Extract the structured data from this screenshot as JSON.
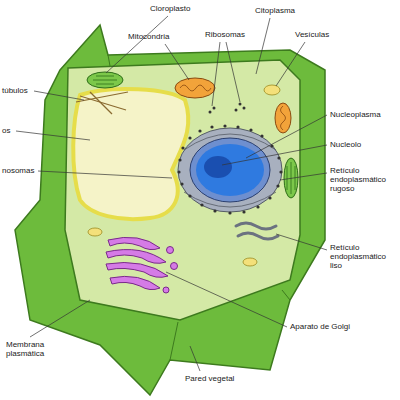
{
  "diagram": {
    "labels": [
      "Cloroplasto",
      "Mitocondria",
      "Ribosomas",
      "Citoplasma",
      "Vesículas",
      "túbulos",
      "os",
      "nosomas",
      "Nucleoplasma",
      "Nucleolo",
      "Retículo endoplasmático rugoso",
      "Retículo endoplasmático liso",
      "Membrana plasmática",
      "Aparato de Golgi",
      "Pared vegetal"
    ]
  }
}
